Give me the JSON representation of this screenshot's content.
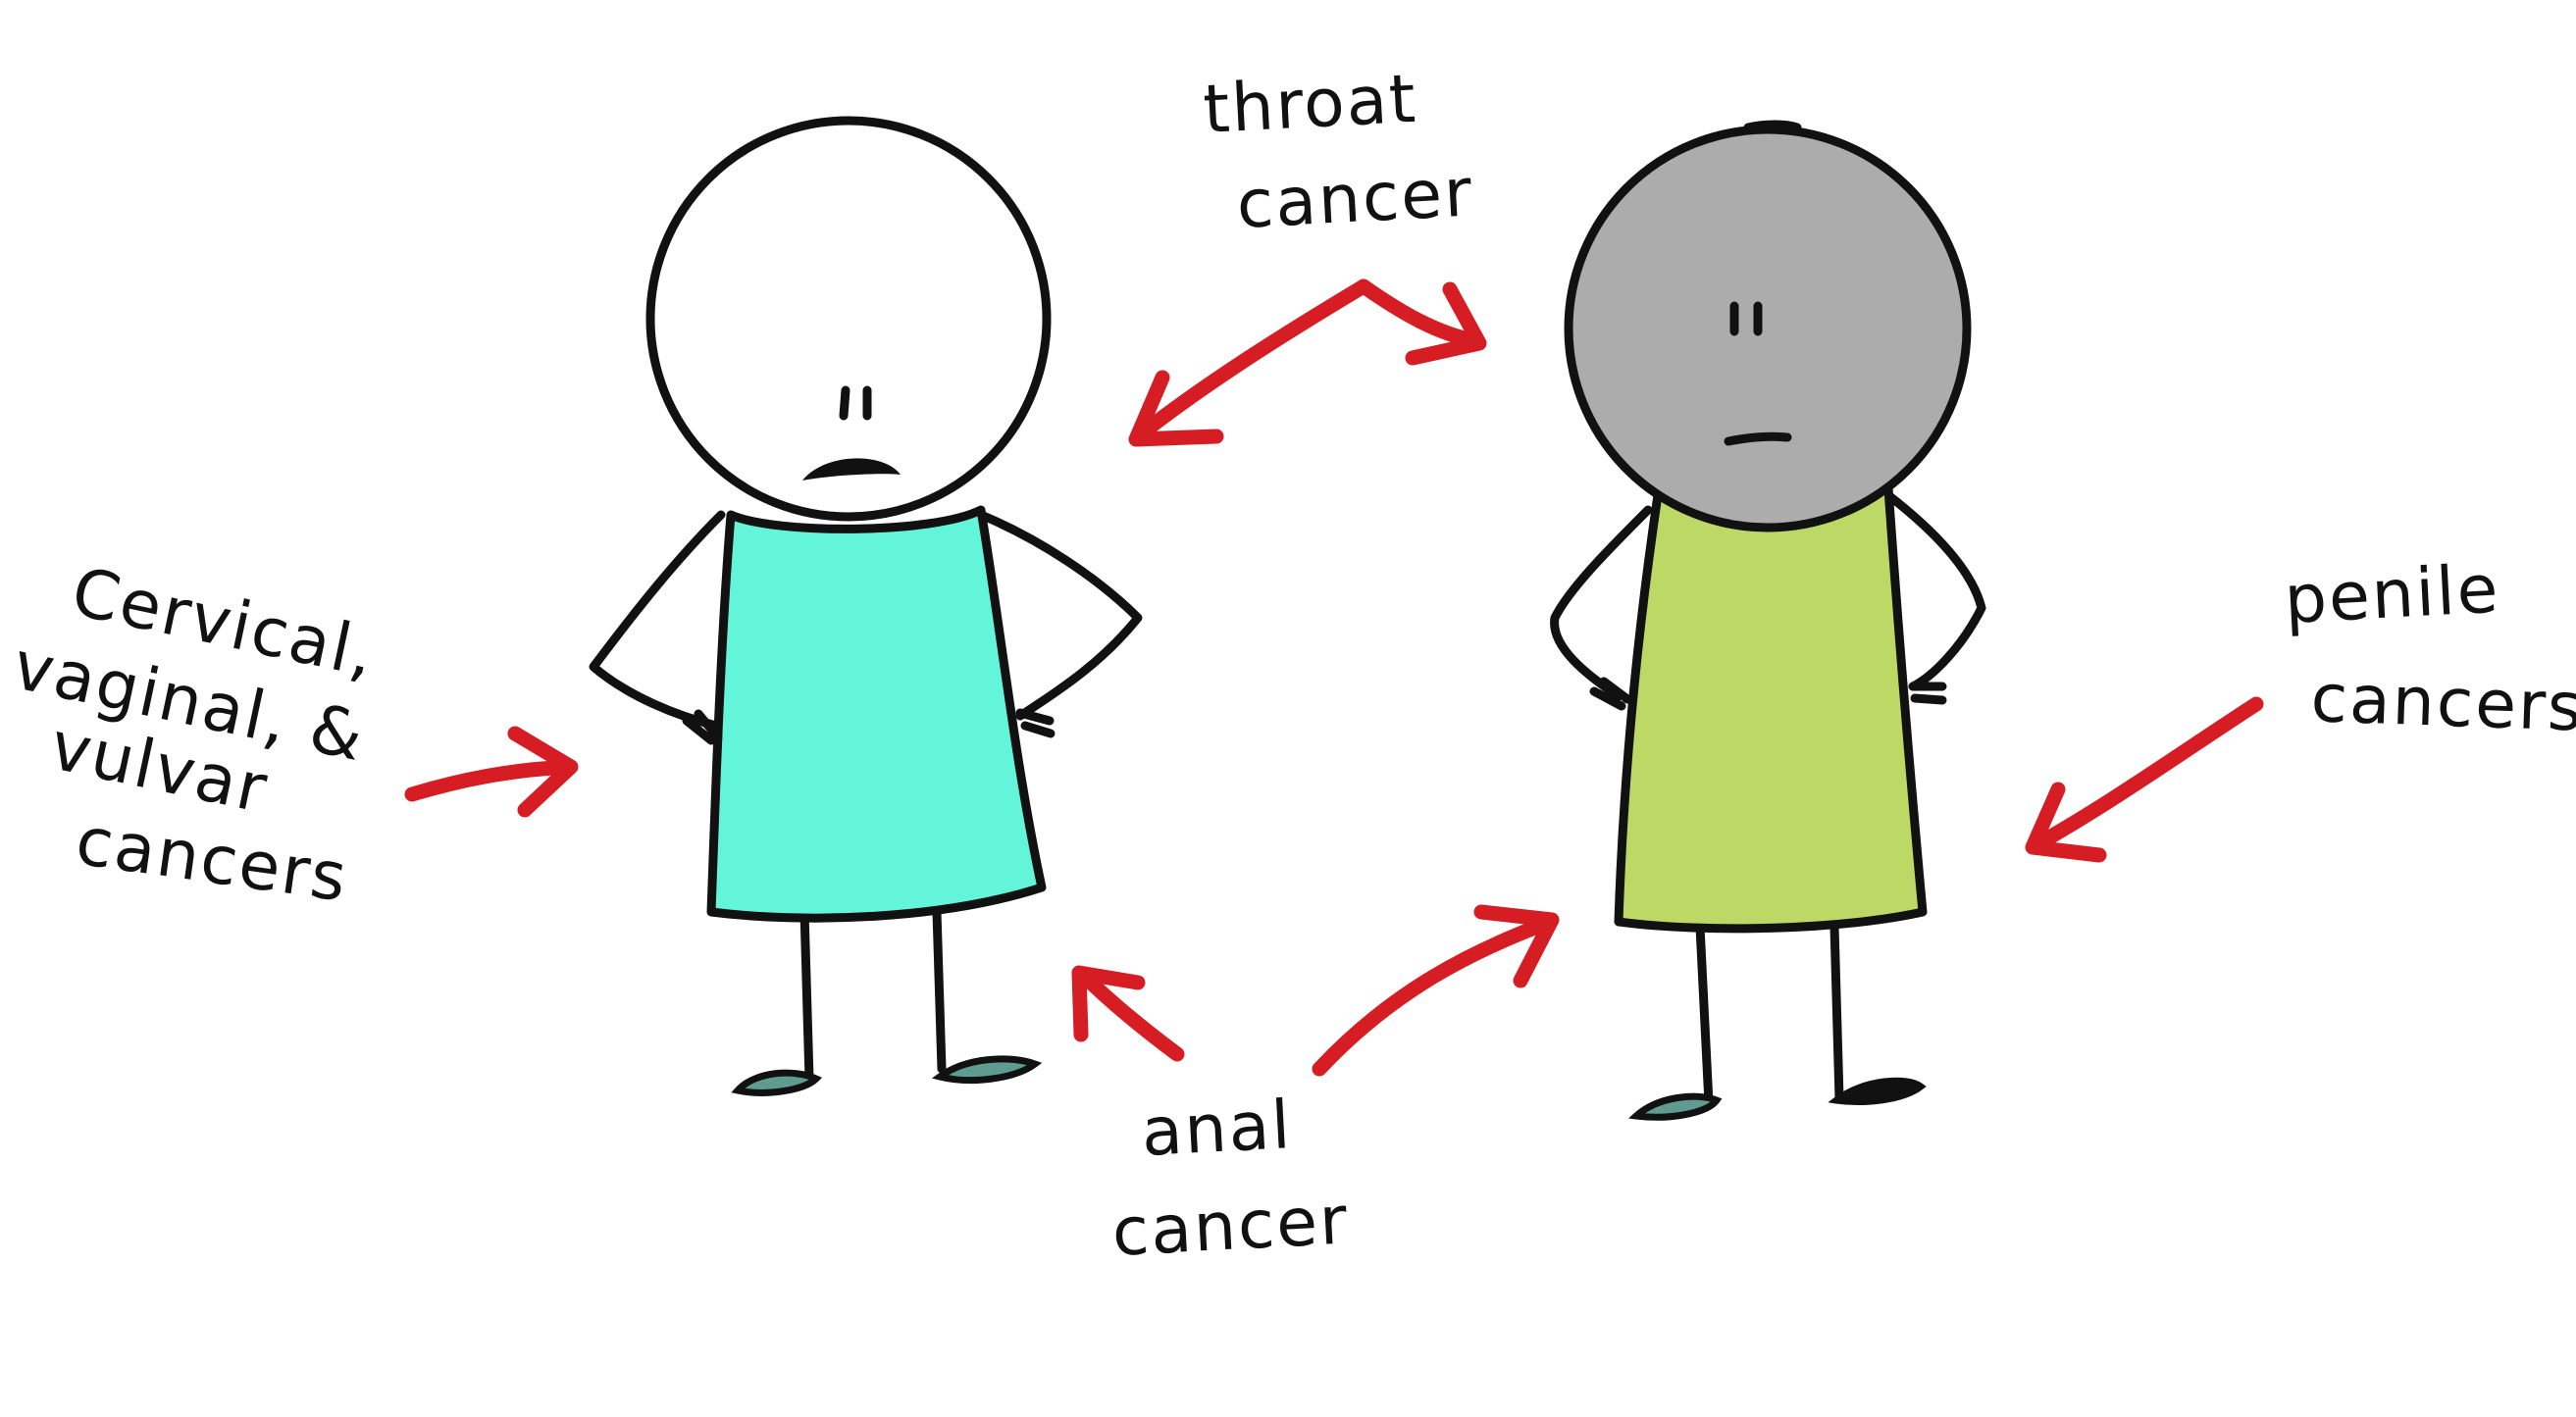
{
  "colors": {
    "arrow": "#d61d23",
    "person_left_shirt": "#63f5d9",
    "person_left_head": "#ffffff",
    "person_right_shirt": "#bdd965",
    "person_right_head": "#acacac",
    "shoe": "#5f9b90",
    "outline": "#111111"
  },
  "labels": {
    "throat_1": "throat",
    "throat_2": "cancer",
    "left_1": "Cervical,",
    "left_2": "vaginal, &",
    "left_3": "vulvar",
    "left_4": "cancers",
    "penile_1": "penile",
    "penile_2": "cancers",
    "anal_1": "anal",
    "anal_2": "cancer"
  }
}
